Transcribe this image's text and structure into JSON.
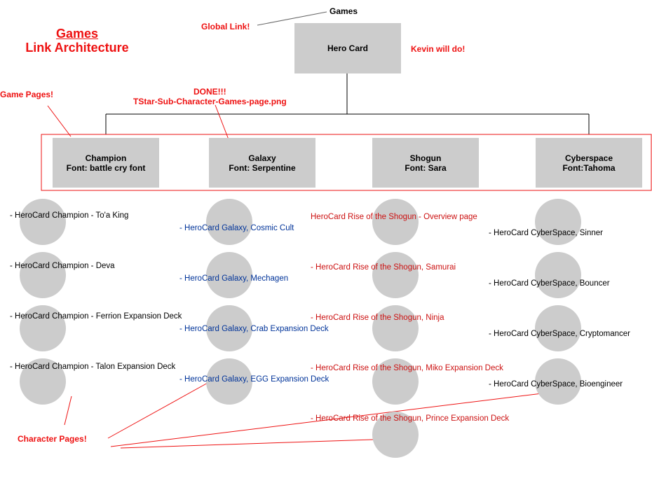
{
  "title": {
    "line1": "Games",
    "line2": "Link Architecture"
  },
  "root_label": "Games",
  "global_link_note": "Global Link!",
  "hero_card": {
    "label": "Hero Card",
    "note": "Kevin will do!"
  },
  "game_pages_note": "Game Pages!",
  "done_note": {
    "line1": "DONE!!!",
    "line2": "TStar-Sub-Character-Games-page.png"
  },
  "games": [
    {
      "name": "Champion",
      "font": "Font: battle cry font"
    },
    {
      "name": "Galaxy",
      "font": "Font: Serpentine"
    },
    {
      "name": "Shogun",
      "font": "Font: Sara"
    },
    {
      "name": "Cyberspace",
      "font": "Font:Tahoma"
    }
  ],
  "characters": {
    "champion": [
      "- HeroCard Champion - To'a King",
      "- HeroCard Champion - Deva",
      "- HeroCard Champion - Ferrion Expansion Deck",
      "- HeroCard Champion - Talon Expansion Deck"
    ],
    "galaxy": [
      "- HeroCard Galaxy, Cosmic Cult",
      "- HeroCard Galaxy, Mechagen",
      "- HeroCard Galaxy, Crab Expansion Deck",
      "- HeroCard Galaxy, EGG Expansion Deck"
    ],
    "shogun": [
      "HeroCard Rise of the Shogun - Overview page",
      "- HeroCard Rise of the Shogun, Samurai",
      "- HeroCard Rise of the Shogun, Ninja",
      "- HeroCard Rise of the Shogun, Miko Expansion Deck",
      "- HeroCard Rise of the Shogun, Prince Expansion Deck"
    ],
    "cyberspace": [
      "- HeroCard CyberSpace, Sinner",
      "- HeroCard CyberSpace, Bouncer",
      "- HeroCard CyberSpace, Cryptomancer",
      "- HeroCard CyberSpace, Bioengineer"
    ]
  },
  "character_pages_note": "Character Pages!",
  "colors": {
    "box_fill": "#cccccc",
    "annotation_red": "#ee1111",
    "galaxy_text": "#003399",
    "shogun_text": "#cc1111",
    "connector": "#000000"
  }
}
